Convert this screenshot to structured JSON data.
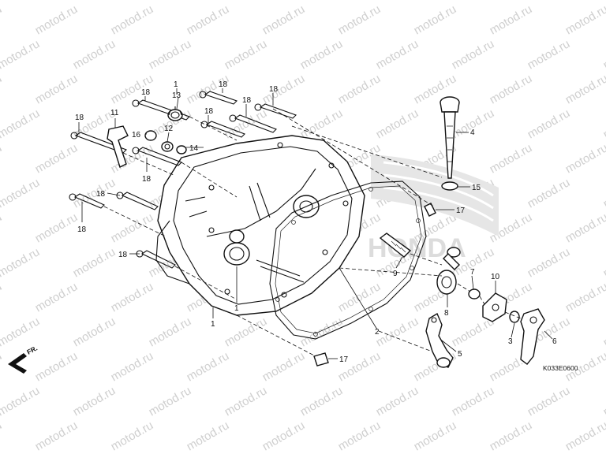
{
  "watermark": "motod.ru",
  "logo_text": "HONDA",
  "diagram_code": "K033E0600",
  "front_label": "FR.",
  "labels": {
    "n1": "1",
    "n1b": "1",
    "n1c": "1",
    "n2": "2",
    "n3": "3",
    "n4": "4",
    "n5": "5",
    "n6": "6",
    "n7": "7",
    "n8": "8",
    "n9": "9",
    "n10": "10",
    "n11": "11",
    "n12": "12",
    "n13": "13",
    "n14": "14",
    "n15": "15",
    "n16": "16",
    "n17a": "17",
    "n17b": "17",
    "n18a": "18",
    "n18b": "18",
    "n18c": "18",
    "n18d": "18",
    "n18e": "18",
    "n18f": "18",
    "n18g": "18",
    "n18h": "18",
    "n18i": "18",
    "n18j": "18"
  }
}
